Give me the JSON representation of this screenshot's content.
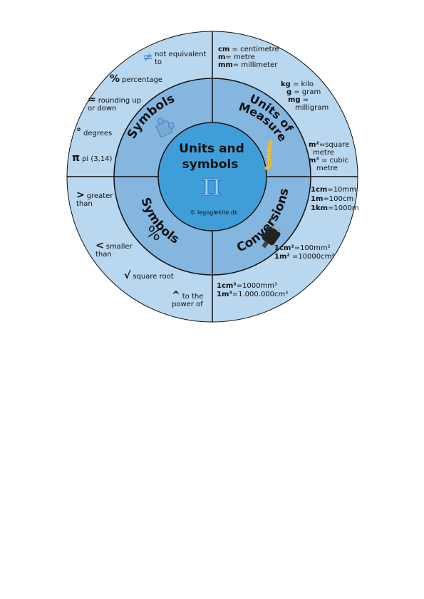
{
  "center": {
    "title_line1": "Units and",
    "title_line2": "symbols",
    "pi_glyph": "π",
    "copyright": "© legogleklte.dk"
  },
  "ring_labels": {
    "symbols_top": "Symbols",
    "units_line1": "Units of",
    "units_line2": "Measure",
    "symbols_bottom": "Symbols",
    "conversions": "Conversions"
  },
  "icons": {
    "not_equal_icon": "≄",
    "percent_icon": "%",
    "puzzle_icon": "puzzle-piece",
    "tape_icon": "measuring-tape",
    "plug_icon": "power-plug"
  },
  "symbols_top_items": [
    {
      "symbol": "≄",
      "text1": "not equivalent",
      "text2": "to"
    },
    {
      "symbol": "%",
      "text1": "percentage",
      "text2": ""
    },
    {
      "symbol": "≈",
      "text1": "rounding up",
      "text2": "or down"
    },
    {
      "symbol": "°",
      "text1": "degrees",
      "text2": ""
    },
    {
      "symbol": "π",
      "text1": "pi (3,14)",
      "text2": ""
    }
  ],
  "units_items": {
    "cm_key": "cm",
    "cm_val": " = centimetre",
    "m_key": "m",
    "m_val": "= metre",
    "mm_key": "mm",
    "mm_val": "= millimeter",
    "kg_key": "kg",
    "kg_val": " = kilo",
    "g_key": "g",
    "g_val": " = gram",
    "mg_key": "mg",
    "mg_val": " =",
    "mg_val2": "milligram",
    "m2_key": "m²",
    "m2_val": "=square",
    "m2_val2": "metre",
    "m3_key": "m³",
    "m3_val": " = cubic",
    "m3_val2": "metre"
  },
  "symbols_bottom_items": [
    {
      "symbol": ">",
      "text1": "greater",
      "text2": "than"
    },
    {
      "symbol": "<",
      "text1": "smaller",
      "text2": "than"
    },
    {
      "symbol": "√",
      "text1": "square root",
      "text2": ""
    },
    {
      "symbol": "^",
      "text1": "to the",
      "text2": "power of"
    }
  ],
  "conversions_items": {
    "cm_key": "1cm",
    "cm_val": "=10mm",
    "m_key": "1m",
    "m_val": "=100cm",
    "km_key": "1km",
    "km_val": "=1000m",
    "cm2_key": "1cm²",
    "cm2_val": "=100mm²",
    "m2_key": "1m²",
    "m2_val": " =10000cm²",
    "cm3_key": "1cm³",
    "cm3_val": "=1000mm³",
    "m3_key": "1m³",
    "m3_val": "=1.000.000cm³"
  },
  "colors": {
    "outer_ring": "#b9d7ef",
    "middle_ring": "#84b6e0",
    "center": "#3f9ed8",
    "lines": "#111111"
  }
}
